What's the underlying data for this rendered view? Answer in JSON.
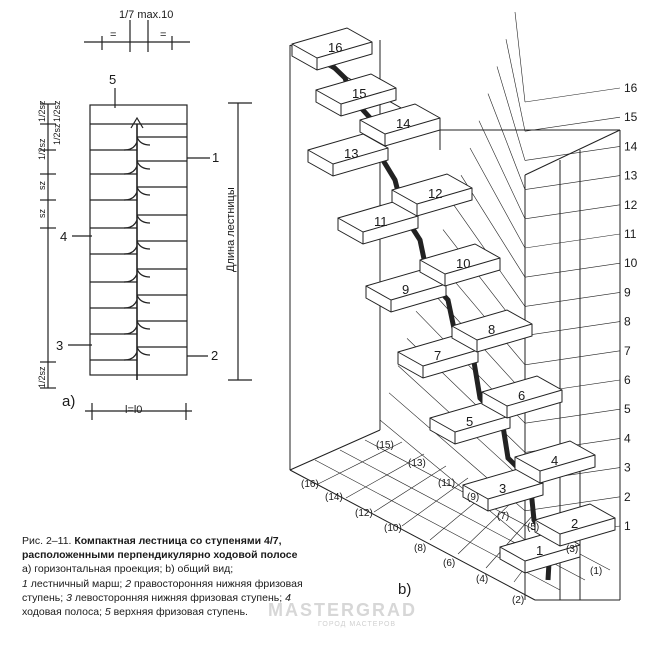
{
  "plan": {
    "top_dim": "1/7 max.10",
    "eq1": "=",
    "eq2": "=",
    "label_5": "5",
    "label_1": "1",
    "label_4": "4",
    "label_3": "3",
    "label_2": "2",
    "dim_half_sz_a": "1/2sz",
    "dim_half_sz_b": "1/2sz",
    "dim_half_sz_c": "1/2sz",
    "dim_half_sz_d": "1/2sz",
    "dim_sz_1": "sz",
    "dim_sz_2": "sz",
    "dim_half_sz_bottom": "1/2sz",
    "length_label": "Длина лестницы",
    "width_label": "l=l0",
    "sub_a": "a)"
  },
  "view": {
    "sub_b": "b)",
    "step_labels": [
      "1",
      "2",
      "3",
      "4",
      "5",
      "6",
      "7",
      "8",
      "9",
      "10",
      "11",
      "12",
      "13",
      "14",
      "15",
      "16"
    ],
    "scale_labels": [
      "1",
      "2",
      "3",
      "4",
      "5",
      "6",
      "7",
      "8",
      "9",
      "10",
      "11",
      "12",
      "13",
      "14",
      "15",
      "16"
    ],
    "floor_labels": [
      "(1)",
      "(2)",
      "(3)",
      "(4)",
      "(5)",
      "(6)",
      "(7)",
      "(8)",
      "(9)",
      "(10)",
      "(11)",
      "(12)",
      "(13)",
      "(14)",
      "(15)",
      "(16)"
    ]
  },
  "caption": {
    "fig_no": "Рис. 2–11.",
    "title": "Компактная лестница со ступенями 4/7, расположенными перпендикулярно ходовой полосе",
    "line_a": "а) горизонтальная проекция; b) общий вид;",
    "item1_n": "1",
    "item1_t": " лестничный марш; ",
    "item2_n": "2",
    "item2_t": " правосторонняя нижняя фризовая ступень; ",
    "item3_n": "3",
    "item3_t": " левосторонняя нижняя фризовая ступень; ",
    "item4_n": "4",
    "item4_t": " ходовая полоса; ",
    "item5_n": "5",
    "item5_t": " верхняя фризовая ступень."
  },
  "watermark": {
    "text": "MASTERGRAD",
    "sub": "ГОРОД МАСТЕРОВ"
  }
}
